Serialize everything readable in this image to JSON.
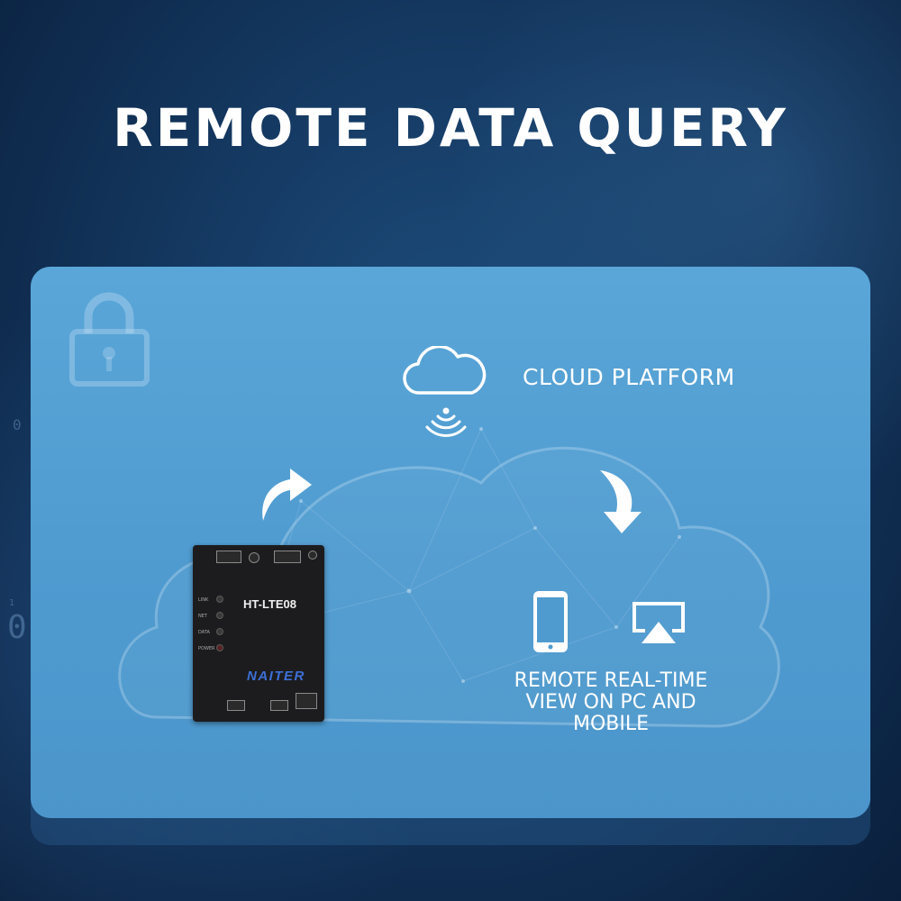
{
  "title": "REMOTE DATA QUERY",
  "cloud_label": "CLOUD PLATFORM",
  "device": {
    "model": "HT-LTE08",
    "brand": "NAITER",
    "led_labels": [
      "LINK",
      "NET",
      "DATA",
      "POWER"
    ]
  },
  "remote_label_lines": [
    "REMOTE REAL-TIME",
    "VIEW ON PC AND",
    "MOBILE"
  ],
  "background_digits": [
    "0",
    "010",
    "1"
  ],
  "colors": {
    "background": "#0d2748",
    "panel": "#5aa6d8",
    "text": "#ffffff",
    "brand": "#3d6fd6"
  },
  "icons": [
    "lock-icon",
    "cloud-icon",
    "signal-icon",
    "curved-arrow-up-icon",
    "curved-arrow-down-icon",
    "smartphone-icon",
    "airplay-screen-icon"
  ]
}
